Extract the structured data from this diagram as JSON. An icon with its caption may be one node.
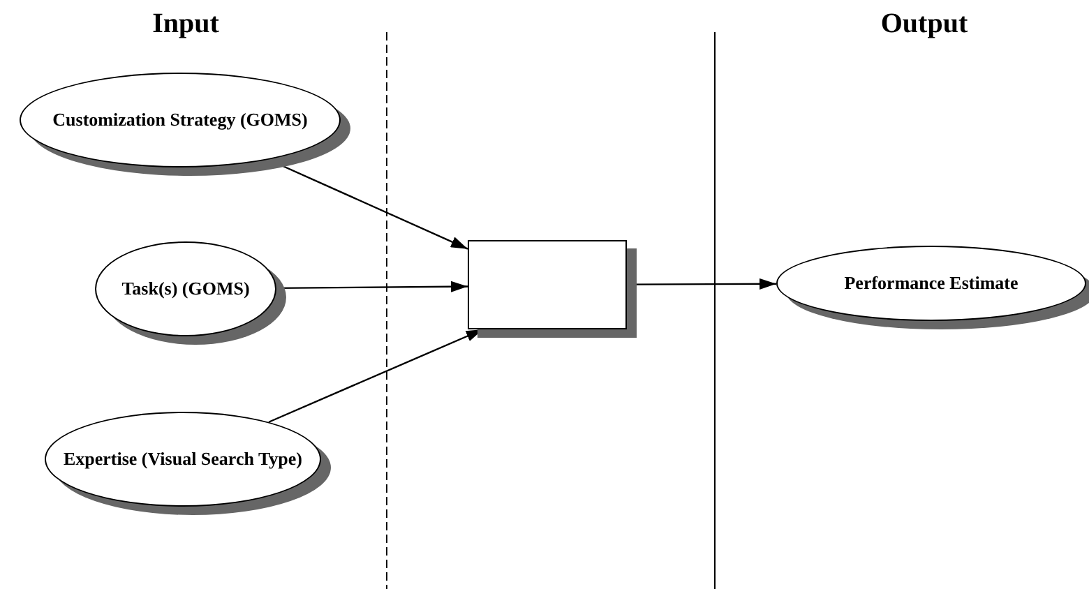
{
  "diagram": {
    "nodes": [
      {
        "text": [
          "Customization Strategy (GOMS)"
        ]
      },
      {
        "text": [
          "Task(s) (GOMS)"
        ]
      },
      {
        "text": [
          "Expertise (Visual Search Type)"
        ]
      },
      {
        "text": [],
        "shape": "box"
      },
      {
        "text": [
          "Performance Estimate"
        ]
      }
    ],
    "edges": [
      {
        "from": 0,
        "to": 3,
        "arrow": "to"
      },
      {
        "from": 1,
        "to": 3,
        "arrow": "to"
      },
      {
        "from": 2,
        "to": 3,
        "arrow": "to"
      },
      {
        "from": 3,
        "to": 4,
        "arrow": "to"
      }
    ],
    "labels": [
      "Input",
      "Output"
    ]
  }
}
